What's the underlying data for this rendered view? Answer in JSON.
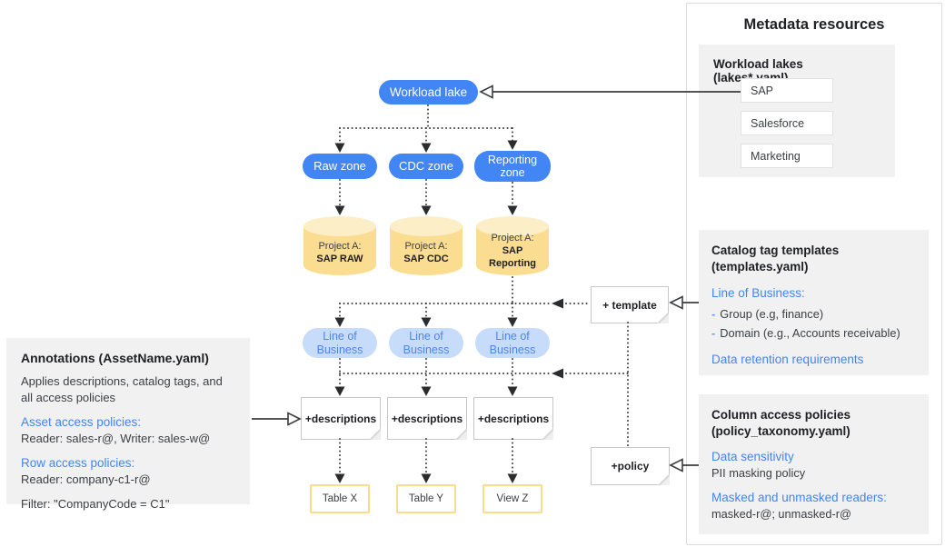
{
  "colors": {
    "primary_blue": "#4285F4",
    "light_blue_fill": "#C7DCFA",
    "cylinder_fill": "#FBDD92",
    "cylinder_top": "#FCEFC7",
    "table_border": "#FBDC8C",
    "panel_gray": "#F1F1F2",
    "link_blue": "#4285F4"
  },
  "diagram": {
    "workload_lake_label": "Workload lake",
    "zones": [
      "Raw zone",
      "CDC zone",
      "Reporting zone"
    ],
    "projects": [
      {
        "prefix": "Project A:",
        "name": "SAP RAW"
      },
      {
        "prefix": "Project A:",
        "name": "SAP CDC"
      },
      {
        "prefix": "Project A:",
        "name": "SAP Reporting"
      }
    ],
    "lob_label": "Line of Business",
    "descriptions_label": "+descriptions",
    "template_label": "+ template",
    "policy_label": "+policy",
    "tables": [
      "Table X",
      "Table Y",
      "View Z"
    ]
  },
  "annotations_panel": {
    "title": "Annotations (AssetName.yaml)",
    "description": "Applies descriptions, catalog tags, and\nall access policies",
    "asset_policies_heading": "Asset access policies:",
    "asset_policies_value": "Reader: sales-r@, Writer: sales-w@",
    "row_policies_heading": "Row access policies:",
    "row_policies_value": "Reader: company-c1-r@",
    "filter_value": "Filter: \"CompanyCode = C1\""
  },
  "metadata_panel": {
    "title": "Metadata resources",
    "workload_lakes": {
      "heading": "Workload lakes (lakes*.yaml)",
      "items": [
        "SAP",
        "Salesforce",
        "Marketing"
      ]
    },
    "catalog_templates": {
      "heading": "Catalog tag templates (templates.yaml)",
      "lob_heading": "Line of Business:",
      "bullet": "-",
      "items": [
        "Group (e.g, finance)",
        "Domain (e.g., Accounts receivable)"
      ],
      "retention_heading": "Data retention requirements"
    },
    "column_policies": {
      "heading": "Column access policies (policy_taxonomy.yaml)",
      "sensitivity_heading": "Data sensitivity",
      "sensitivity_value": "PII masking policy",
      "readers_heading": "Masked and unmasked readers:",
      "readers_value": "masked-r@; unmasked-r@"
    }
  }
}
